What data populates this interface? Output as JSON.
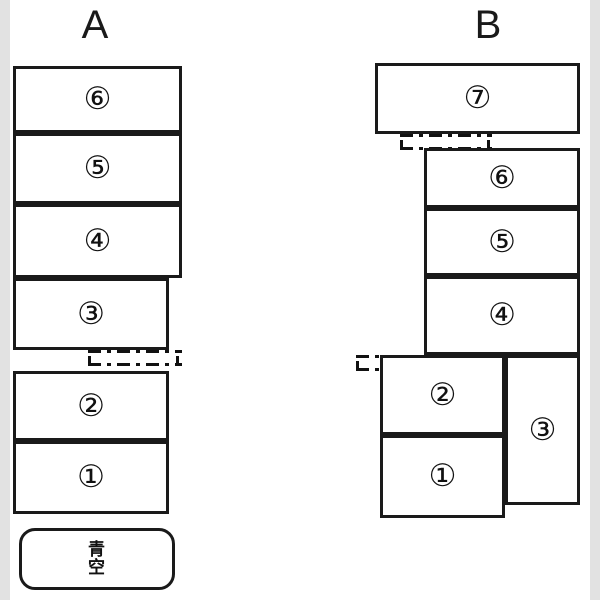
{
  "figure": {
    "background_color": "#ffffff",
    "edge_color": "#e2e2e2",
    "line_color": "#1a1a1a"
  },
  "columns": [
    {
      "id": "A",
      "label": "A"
    },
    {
      "id": "B",
      "label": "B"
    }
  ],
  "column_a": {
    "label": "A",
    "boxes": [
      {
        "id": "a6",
        "label": "⑥",
        "number": 6
      },
      {
        "id": "a5",
        "label": "⑤",
        "number": 5
      },
      {
        "id": "a4",
        "label": "④",
        "number": 4
      },
      {
        "id": "a3",
        "label": "③",
        "number": 3
      },
      {
        "id": "a2",
        "label": "②",
        "number": 2
      },
      {
        "id": "a1",
        "label": "①",
        "number": 1
      }
    ],
    "nameplate": {
      "id": "aozora-plate",
      "label": "青\n空",
      "text": "青空"
    }
  },
  "column_b": {
    "label": "B",
    "boxes": [
      {
        "id": "b7",
        "label": "⑦",
        "number": 7
      },
      {
        "id": "b6",
        "label": "⑥",
        "number": 6
      },
      {
        "id": "b5",
        "label": "⑤",
        "number": 5
      },
      {
        "id": "b4",
        "label": "④",
        "number": 4
      },
      {
        "id": "b3",
        "label": "③",
        "number": 3
      },
      {
        "id": "b2",
        "label": "②",
        "number": 2
      },
      {
        "id": "b1",
        "label": "①",
        "number": 1
      }
    ]
  }
}
